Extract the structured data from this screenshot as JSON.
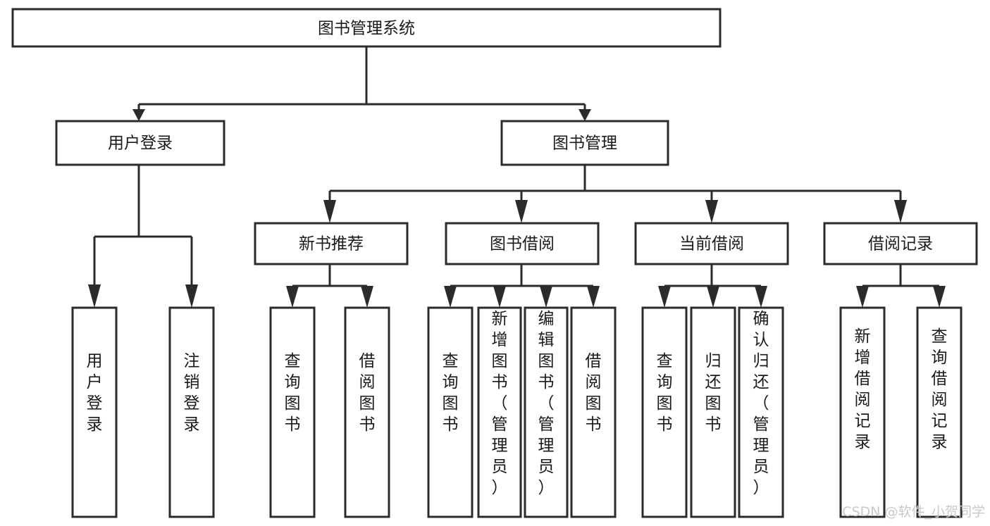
{
  "diagram": {
    "title": "图书管理系统",
    "type": "tree-hierarchy",
    "orientation": "top-down",
    "colors": {
      "box_stroke": "#2b2b2b",
      "box_fill": "#ffffff",
      "connector": "#2b2b2b",
      "text": "#1a1a1a",
      "background": "#ffffff",
      "watermark": "#c9c9c9"
    },
    "root": {
      "label": "图书管理系统"
    },
    "level1": [
      {
        "label": "用户登录"
      },
      {
        "label": "图书管理"
      }
    ],
    "level2": [
      {
        "label": "新书推荐"
      },
      {
        "label": "图书借阅"
      },
      {
        "label": "当前借阅"
      },
      {
        "label": "借阅记录"
      }
    ],
    "leaves": {
      "user_login": [
        {
          "label": "用户登录"
        },
        {
          "label": "注销登录"
        }
      ],
      "new_book_recommend": [
        {
          "label": "查询图书"
        },
        {
          "label": "借阅图书"
        }
      ],
      "book_borrow": [
        {
          "label": "查询图书"
        },
        {
          "label": "新增图书（管理员）"
        },
        {
          "label": "编辑图书（管理员）"
        },
        {
          "label": "借阅图书"
        }
      ],
      "current_borrow": [
        {
          "label": "查询图书"
        },
        {
          "label": "归还图书"
        },
        {
          "label": "确认归还（管理员）"
        }
      ],
      "borrow_record": [
        {
          "label": "新增借阅记录"
        },
        {
          "label": "查询借阅记录"
        }
      ]
    }
  },
  "watermark": {
    "text": "CSDN @软件_小贺同学"
  }
}
